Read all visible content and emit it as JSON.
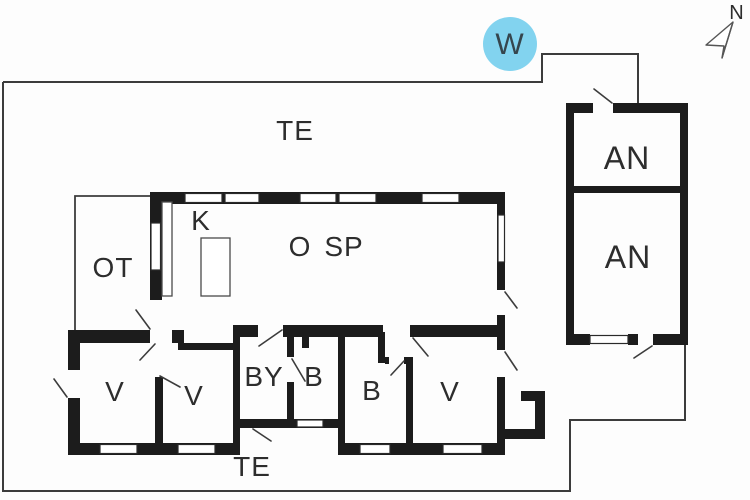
{
  "plan": {
    "type": "floor-plan",
    "marker": {
      "label": "W",
      "fill": "#82d3ef"
    },
    "compass": {
      "label": "N"
    },
    "colors": {
      "wall": "#1c1c1c",
      "line": "#3c3c3c",
      "background": "#fdfdfd",
      "window_fill": "#ffffff"
    },
    "rooms": {
      "terrace_top": "TE",
      "terrace_bottom": "TE",
      "covered_terrace": "OT",
      "kitchen": "K",
      "living_room": "O",
      "dining_room": "SP",
      "bedroom_left": "V",
      "bedroom_mid": "V",
      "bedroom_right": "V",
      "utility_room": "BY",
      "bath_1": "B",
      "bath_2": "B",
      "annex_room_1": "AN",
      "annex_room_2": "AN"
    }
  }
}
